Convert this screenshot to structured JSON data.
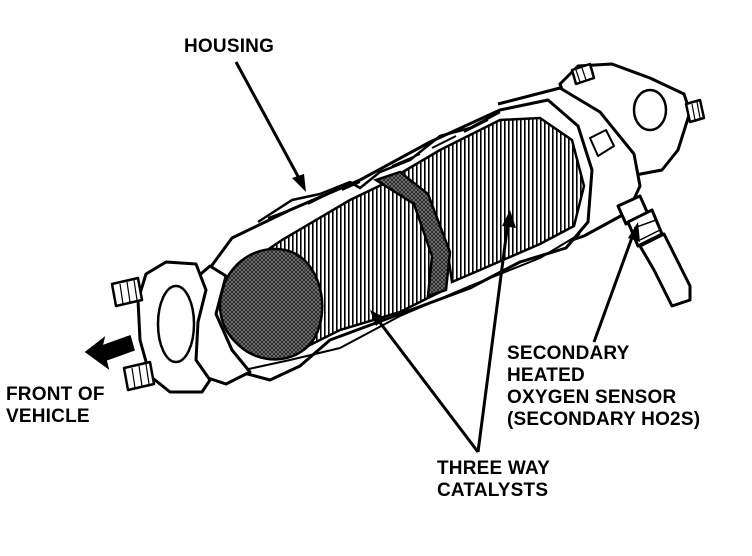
{
  "labels": {
    "housing": "HOUSING",
    "front_of_vehicle": [
      "FRONT OF",
      "VEHICLE"
    ],
    "secondary_sensor": [
      "SECONDARY",
      "HEATED",
      "OXYGEN SENSOR",
      "(SECONDARY HO2S)"
    ],
    "three_way_catalysts": [
      "THREE WAY",
      "CATALYSTS"
    ]
  },
  "colors": {
    "ink": "#000000",
    "paper": "#ffffff",
    "core_shade": "#555555"
  }
}
